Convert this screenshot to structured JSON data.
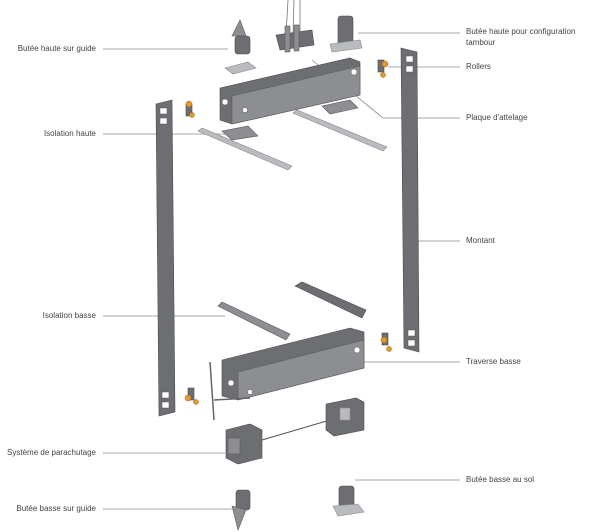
{
  "labels": {
    "butee_haute_guide": "Butée haute sur guide",
    "isolation_haute": "Isolation haute",
    "isolation_basse": "Isolation basse",
    "systeme_parachutage": "Système de parachutage",
    "butee_basse_guide": "Butée basse sur guide",
    "butee_haute_tambour_line1": "Butée haute pour configuration",
    "butee_haute_tambour_line2": "tambour",
    "rollers": "Rollers",
    "plaque_attelage": "Plaque d'attelage",
    "montant": "Montant",
    "traverse_basse": "Traverse basse",
    "butee_basse_sol": "Butée basse au sol"
  }
}
